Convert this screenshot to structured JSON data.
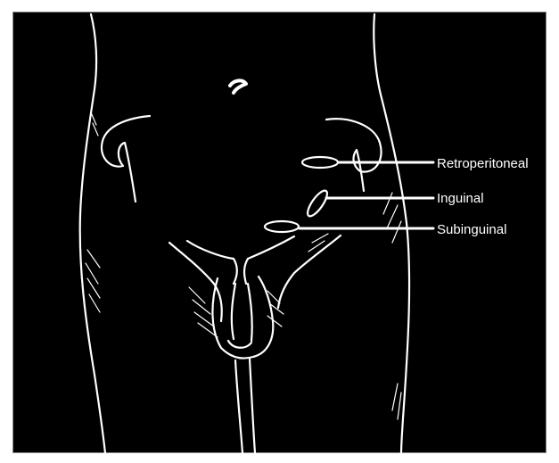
{
  "colors": {
    "background": "#000000",
    "line": "#ffffff",
    "page": "#ffffff"
  },
  "labels": {
    "retroperitoneal": "Retroperitoneal",
    "inguinal": "Inguinal",
    "subinguinal": "Subinguinal"
  }
}
